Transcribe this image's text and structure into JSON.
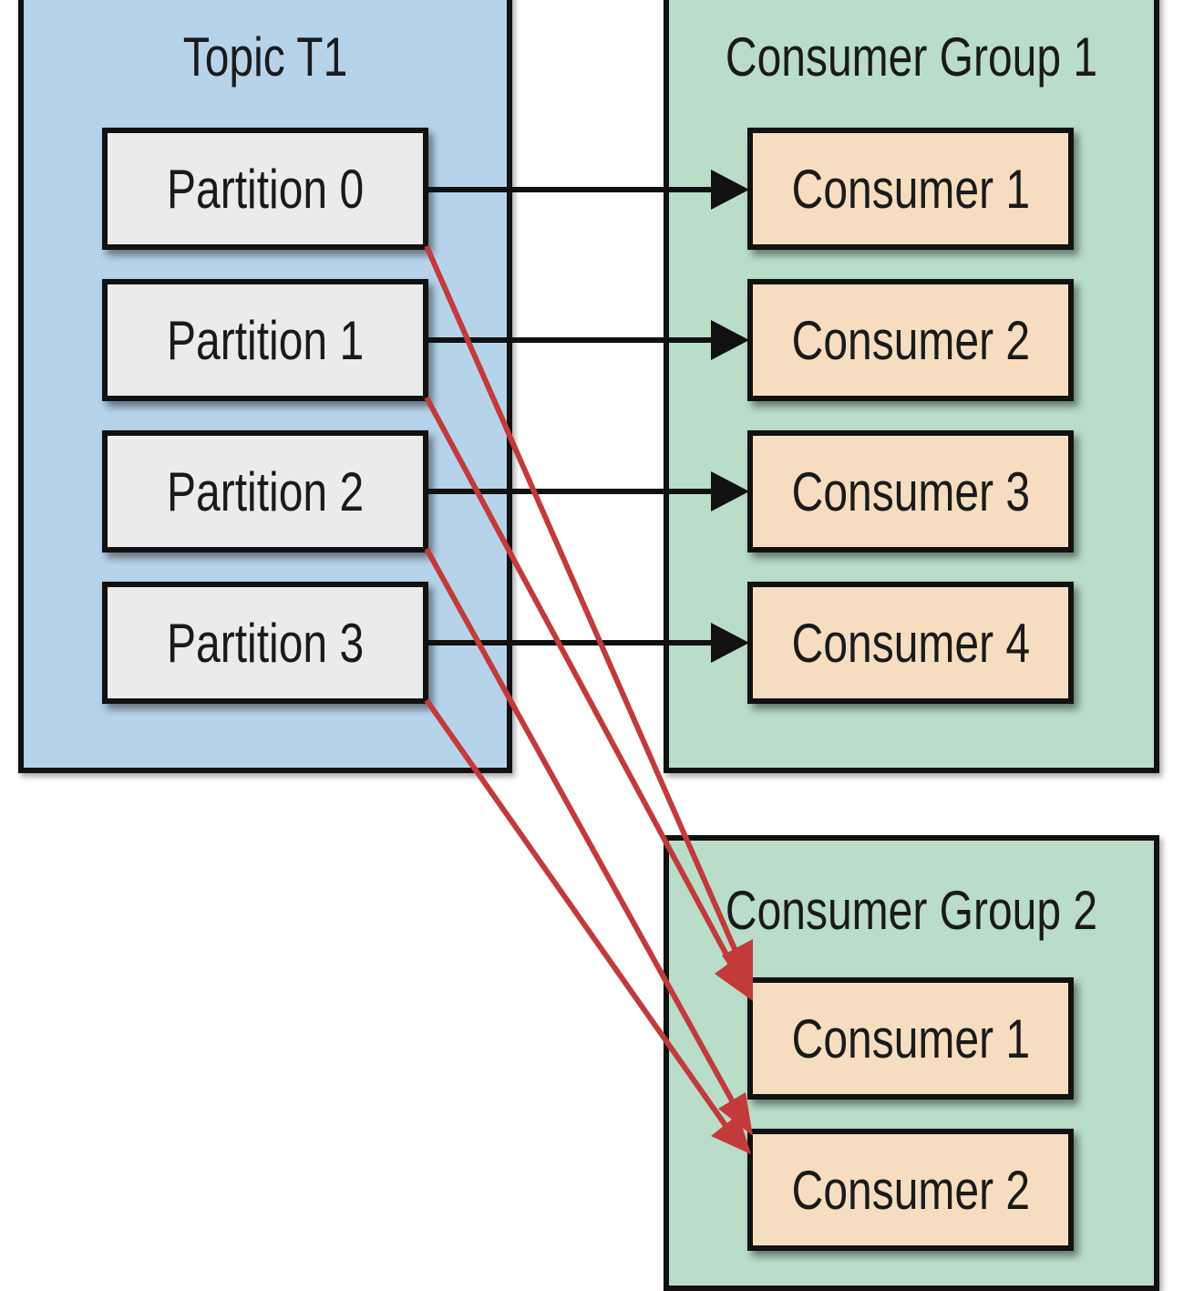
{
  "topic": {
    "title": "Topic T1",
    "partitions": [
      {
        "label": "Partition 0"
      },
      {
        "label": "Partition 1"
      },
      {
        "label": "Partition 2"
      },
      {
        "label": "Partition 3"
      }
    ]
  },
  "group1": {
    "title": "Consumer Group 1",
    "consumers": [
      {
        "label": "Consumer 1"
      },
      {
        "label": "Consumer 2"
      },
      {
        "label": "Consumer 3"
      },
      {
        "label": "Consumer 4"
      }
    ]
  },
  "group2": {
    "title": "Consumer Group 2",
    "consumers": [
      {
        "label": "Consumer 1"
      },
      {
        "label": "Consumer 2"
      }
    ]
  },
  "colors": {
    "topic_bg": "#b6d3ea",
    "group_bg": "#b9ddc8",
    "partition_bg": "#ebebeb",
    "consumer_bg": "#f7ddbf",
    "group1_arrow": "#111111",
    "group2_arrow": "#c23a3a"
  },
  "assignments": {
    "group1": [
      {
        "from": "Partition 0",
        "to": "Consumer 1"
      },
      {
        "from": "Partition 1",
        "to": "Consumer 2"
      },
      {
        "from": "Partition 2",
        "to": "Consumer 3"
      },
      {
        "from": "Partition 3",
        "to": "Consumer 4"
      }
    ],
    "group2": [
      {
        "from": "Partition 0",
        "to": "Consumer 1"
      },
      {
        "from": "Partition 1",
        "to": "Consumer 1"
      },
      {
        "from": "Partition 2",
        "to": "Consumer 2"
      },
      {
        "from": "Partition 3",
        "to": "Consumer 2"
      }
    ]
  }
}
